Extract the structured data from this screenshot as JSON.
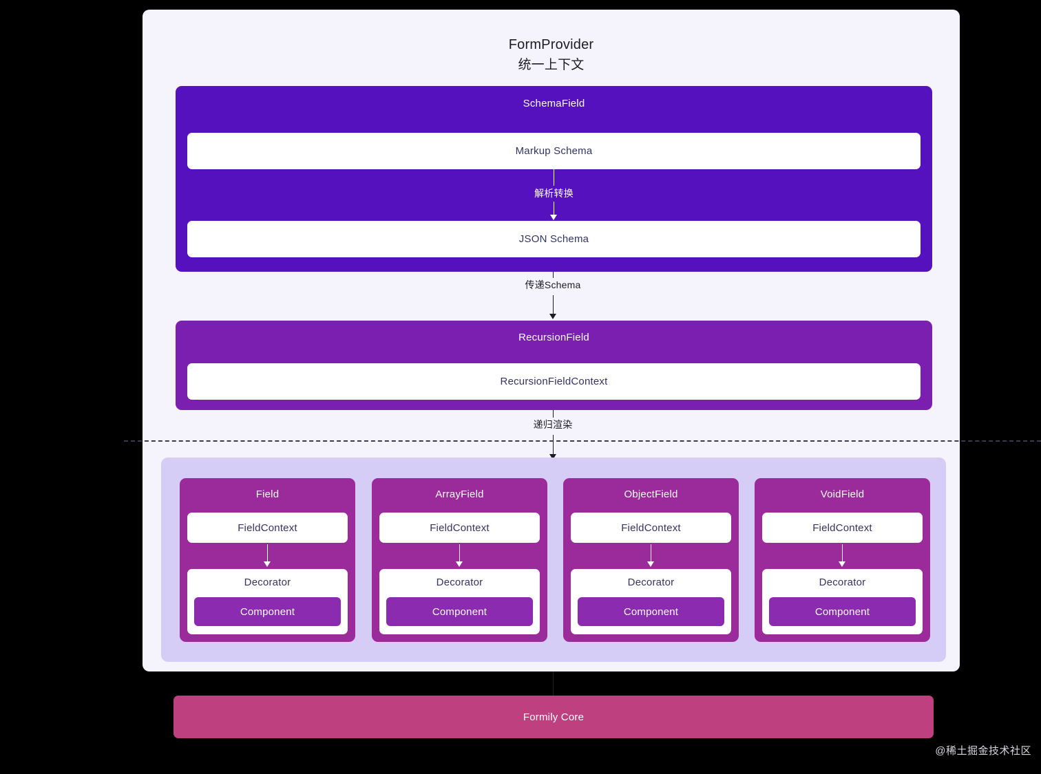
{
  "provider": {
    "title": "FormProvider",
    "subtitle": "统一上下文"
  },
  "schema_field": {
    "title": "SchemaField",
    "markup_schema": "Markup Schema",
    "transform_label": "解析转换",
    "json_schema": "JSON Schema"
  },
  "flow": {
    "pass_schema": "传递Schema",
    "recursive_render": "递归渲染"
  },
  "recursion_field": {
    "title": "RecursionField",
    "context": "RecursionFieldContext"
  },
  "fields": [
    {
      "title": "Field",
      "context": "FieldContext",
      "decorator": "Decorator",
      "component": "Component"
    },
    {
      "title": "ArrayField",
      "context": "FieldContext",
      "decorator": "Decorator",
      "component": "Component"
    },
    {
      "title": "ObjectField",
      "context": "FieldContext",
      "decorator": "Decorator",
      "component": "Component"
    },
    {
      "title": "VoidField",
      "context": "FieldContext",
      "decorator": "Decorator",
      "component": "Component"
    }
  ],
  "core": {
    "label": "Formily Core"
  },
  "watermark": {
    "text": "@稀土掘金技术社区"
  },
  "colors": {
    "schema_field_bg": "#5411bd",
    "recursion_field_bg": "#7a1fb0",
    "field_card_bg": "#9b2a9b",
    "component_bg": "#8b2baf",
    "core_bg": "#be407e",
    "group_bg": "#d6cdf6",
    "panel_bg": "#f5f3fb",
    "box_text": "#333366"
  }
}
